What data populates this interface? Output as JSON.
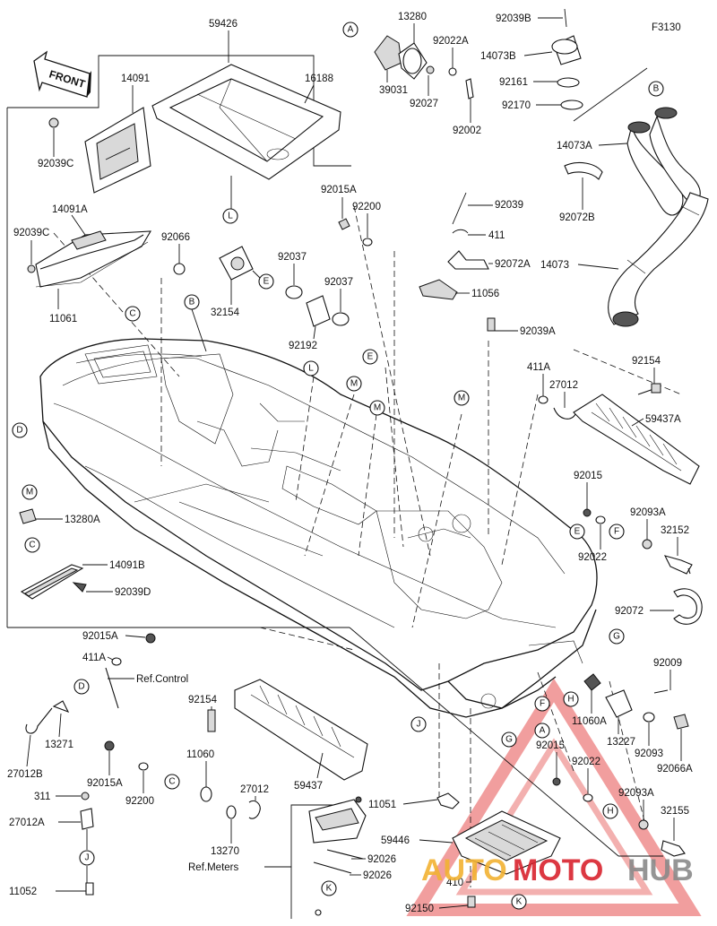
{
  "figure": {
    "code": "F3130",
    "front_label": "FRONT"
  },
  "callouts": [
    "A",
    "B",
    "C",
    "D",
    "E",
    "L",
    "M",
    "E",
    "M",
    "M",
    "L",
    "F",
    "G",
    "H",
    "J",
    "K",
    "A",
    "F",
    "G",
    "H",
    "K",
    "C",
    "D",
    "E",
    "M",
    "C"
  ],
  "labels": {
    "p59426": "59426",
    "p14091": "14091",
    "p16188": "16188",
    "p92039C_a": "92039C",
    "p14091A": "14091A",
    "p92039C_b": "92039C",
    "p92066": "92066",
    "p11061": "11061",
    "p39031": "39031",
    "p13280": "13280",
    "p92027": "92027",
    "p92022A": "92022A",
    "p92002": "92002",
    "p92039B": "92039B",
    "p14073B": "14073B",
    "p92161": "92161",
    "p92170": "92170",
    "p14073A": "14073A",
    "p92072B": "92072B",
    "p14073": "14073",
    "p92015A_a": "92015A",
    "p92200_a": "92200",
    "p92039": "92039",
    "p411_a": "411",
    "p92072A": "92072A",
    "p11056": "11056",
    "p92037_a": "92037",
    "p92037_b": "92037",
    "p32154": "32154",
    "p92192": "92192",
    "p92039A": "92039A",
    "p411A_a": "411A",
    "p27012": "27012",
    "p92154_a": "92154",
    "p59437A": "59437A",
    "p13280A": "13280A",
    "p14091B": "14091B",
    "p92039D": "92039D",
    "p92015_a": "92015",
    "p92022": "92022",
    "p92093A_a": "92093A",
    "p32152": "32152",
    "p92072": "92072",
    "p92009": "92009",
    "p92015A_b": "92015A",
    "p411A_b": "411A",
    "ref_control": "Ref.Control",
    "p27012B": "27012B",
    "p13271": "13271",
    "p92154_b": "92154",
    "p59437": "59437",
    "p11060A": "11060A",
    "p13227": "13227",
    "p92093": "92093",
    "p92066A": "92066A",
    "p92015_b": "92015",
    "p92022_b": "92022",
    "p92093A_b": "92093A",
    "p32155": "32155",
    "p92015A_c": "92015A",
    "p92200_b": "92200",
    "p11060": "11060",
    "p27012_b": "27012",
    "p311": "311",
    "p27012A": "27012A",
    "p13270": "13270",
    "ref_meters": "Ref.Meters",
    "p11052": "11052",
    "p11051": "11051",
    "p59446": "59446",
    "p92026_a": "92026",
    "p92026_b": "92026",
    "p410": "410",
    "p92150": "92150"
  },
  "watermark": {
    "part1": "AUTO",
    "part2": "MOTO",
    "part3": "HUB",
    "color_orange": "#f2b233",
    "color_red": "#d9232e",
    "color_gray": "#8a8a8a"
  }
}
